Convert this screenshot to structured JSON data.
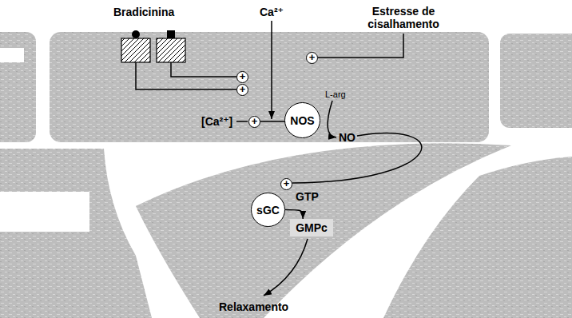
{
  "diagram": {
    "nodes": [
      {
        "text": [
          "NOS"
        ]
      },
      {
        "text": [
          "sGC"
        ]
      },
      {
        "text": [
          "GMPc"
        ]
      }
    ],
    "edges": [
      {
        "from": 1,
        "to": 2,
        "arrow": "to"
      }
    ],
    "labels": [
      "Bradicinina",
      "Ca²⁺",
      "Estresse de cisalhamento",
      "+",
      "+",
      "+",
      "L-arg",
      "[Ca²⁺]",
      "+",
      "NO",
      "+",
      "GTP",
      "Relaxamento"
    ]
  }
}
